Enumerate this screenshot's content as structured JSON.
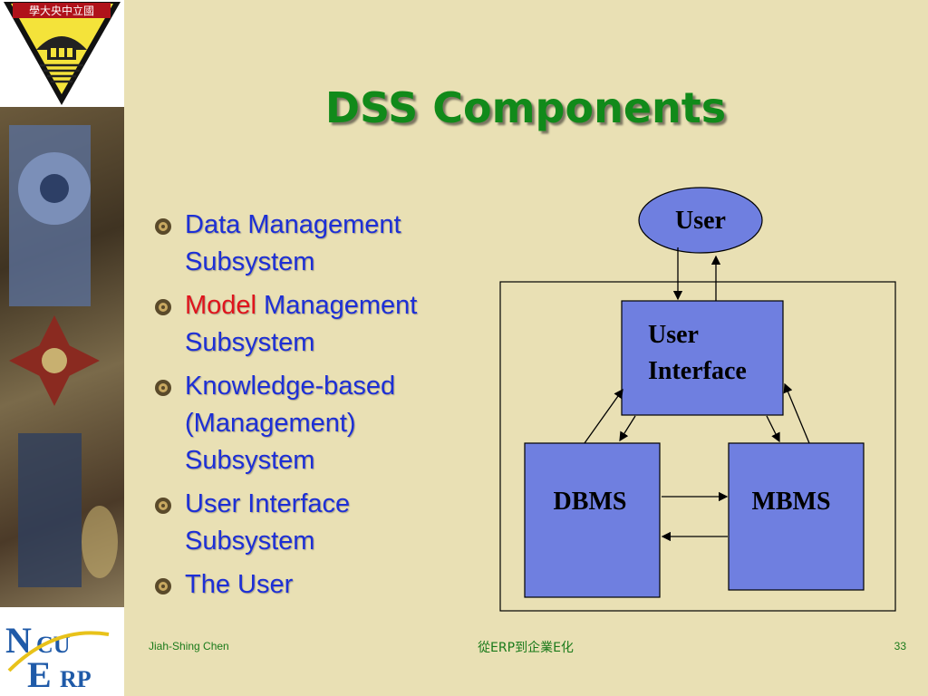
{
  "slide": {
    "title": "DSS Components",
    "bullets": [
      {
        "parts": [
          "Data Management Subsystem"
        ]
      },
      {
        "parts": [
          "Model",
          " Management Subsystem"
        ]
      },
      {
        "parts": [
          "Knowledge-based (Management) Subsystem"
        ]
      },
      {
        "parts": [
          "User Interface Subsystem"
        ]
      },
      {
        "parts": [
          "The User"
        ]
      }
    ]
  },
  "diagram": {
    "user": "User",
    "user_interface_line1": "User",
    "user_interface_line2": "Interface",
    "dbms": "DBMS",
    "mbms": "MBMS"
  },
  "logos": {
    "university_seal_text": "學大央中立國",
    "erp_logo_text": "NCU ERP"
  },
  "footer": {
    "author": "Jiah-Shing Chen",
    "center": "從ERP到企業E化",
    "page": "33"
  },
  "colors": {
    "background": "#e9e0b4",
    "title": "#118a1a",
    "bullet_text": "#1d2fd6",
    "highlight": "#e0141c",
    "box_fill": "#6f7fe0"
  }
}
